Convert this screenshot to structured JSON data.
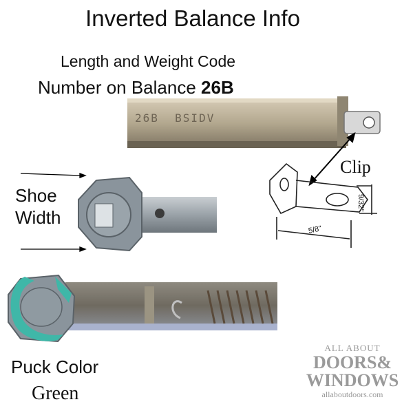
{
  "title": "Inverted Balance Info",
  "code_label_line1": "Length and Weight Code",
  "code_label_line2_prefix": "Number on Balance",
  "code_value": "26B",
  "balance_stamp": "26B  BSIDV",
  "clip_label": "Clip",
  "clip_dim_height": "9/32\"",
  "clip_dim_width": "5/8\"",
  "shoe_label_line1": "Shoe",
  "shoe_label_line2": "Width",
  "puck_label": "Puck Color",
  "puck_color_value": "Green",
  "logo": {
    "line1": "ALL ABOUT",
    "line2": "DOORS&",
    "line3": "WINDOWS",
    "line4": "allaboutdoors.com"
  },
  "colors": {
    "puck_green": "#3fb7a8",
    "shoe_gray": "#8a949c",
    "metal": "#b8ad96"
  }
}
